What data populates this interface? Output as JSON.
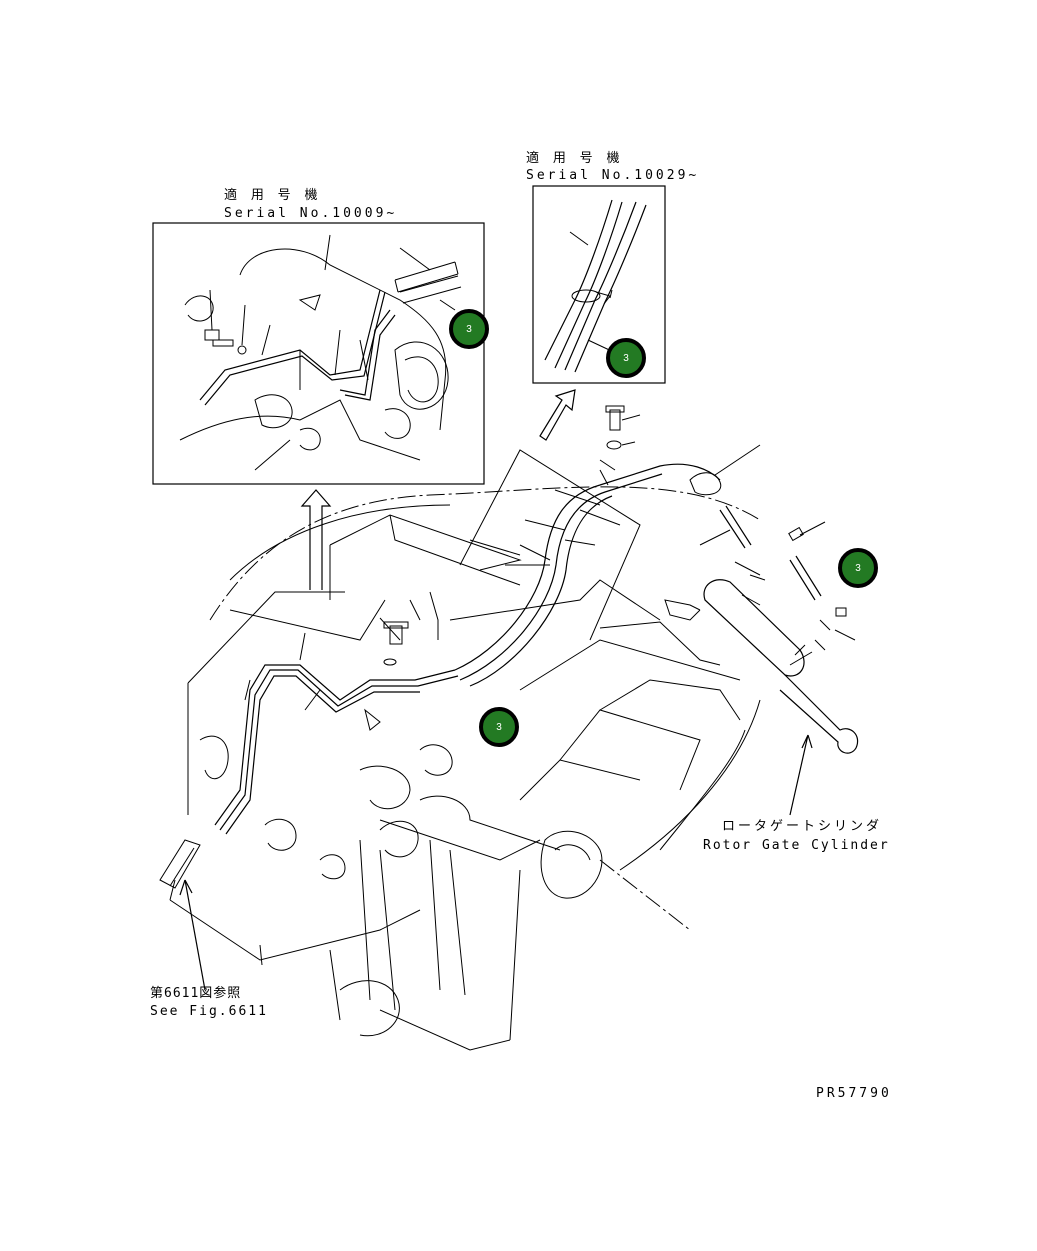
{
  "inset_left": {
    "applicability_label": "適 用 号 機",
    "serial_label": "Serial No.10009~"
  },
  "inset_right": {
    "applicability_label": "適 用 号 機",
    "serial_label": "Serial No.10029~"
  },
  "callouts": [
    {
      "id": "inset-left",
      "text": "3"
    },
    {
      "id": "inset-right",
      "text": "3"
    },
    {
      "id": "main-right",
      "text": "3"
    },
    {
      "id": "main-center",
      "text": "3"
    }
  ],
  "rotor_gate": {
    "label_jp": "ロータゲートシリンダ",
    "label_en": "Rotor Gate Cylinder"
  },
  "see_fig": {
    "label_jp": "第6611図参照",
    "label_en": "See Fig.6611"
  },
  "drawing_number": "PR57790",
  "colors": {
    "callout_fill": "#237a23",
    "callout_border": "#000000",
    "line": "#000000"
  }
}
